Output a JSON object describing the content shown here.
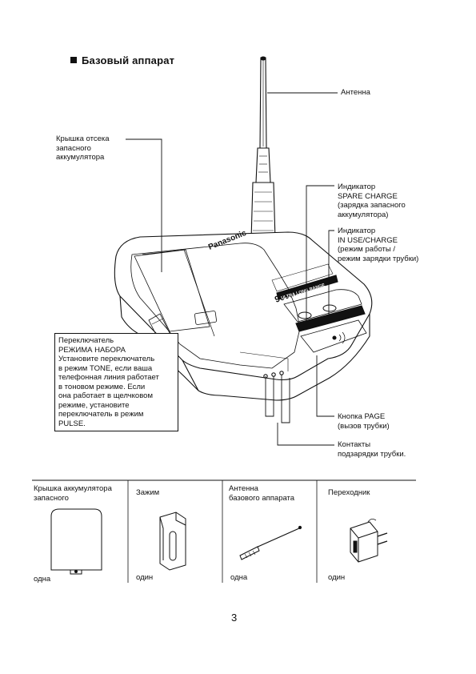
{
  "section_title": "Базовый аппарат",
  "labels": {
    "antenna": "Антенна",
    "spare_cover": "Крышка отсека\nзапасного\nаккумулятора",
    "spare_charge": "Индикатор\nSPARE CHARGE\n(зарядка запасного\nаккумулятора)",
    "in_use": "Индикатор\nIN USE/CHARGE\n(режим работы /\nрежим зарядки трубки)",
    "dial_mode_title": "Переключатель\nРЕЖИМА НАБОРА",
    "dial_mode_text": "Установите переключатель\nв режим TONE, если ваша\nтелефонная линия работает\nв тоновом режиме. Если\nона работает в щелчковом\nрежиме, установите\nпереключатель в режим\nPULSE.",
    "page_button": "Кнопка PAGE\n(вызов трубки)",
    "contacts": "Контакты\nподзарядки трубки."
  },
  "device": {
    "brand": "Panasonic",
    "freq": "900MHz",
    "band": "ULTRA LONG RANGE"
  },
  "accessories": [
    {
      "name": "Крышка аккумулятора\nзапасного",
      "qty": "одна",
      "icon": "battery-cover-icon"
    },
    {
      "name": "Зажим",
      "qty": "один",
      "icon": "belt-clip-icon"
    },
    {
      "name": "Антенна\nбазового аппарата",
      "qty": "одна",
      "icon": "antenna-icon"
    },
    {
      "name": "Переходник",
      "qty": "один",
      "icon": "ac-adaptor-icon"
    }
  ],
  "page_number": "3"
}
